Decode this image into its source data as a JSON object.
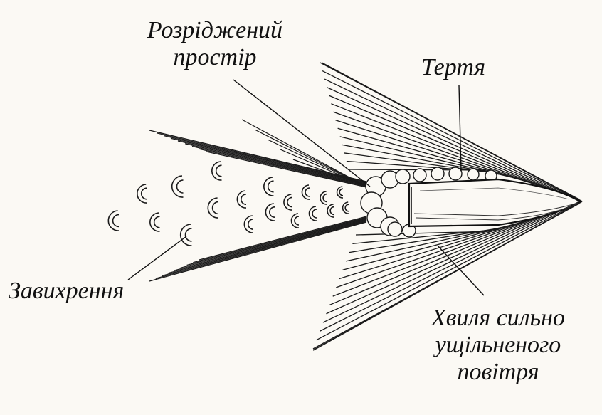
{
  "labels": {
    "rarefied_line1": "Розріджений",
    "rarefied_line2": "простір",
    "friction": "Тертя",
    "vortex": "Завихрення",
    "wave_line1": "Хвиля сильно",
    "wave_line2": "ущільненого",
    "wave_line3": "повітря"
  },
  "colors": {
    "ink": "#111111",
    "paper": "#fbf9f4"
  }
}
